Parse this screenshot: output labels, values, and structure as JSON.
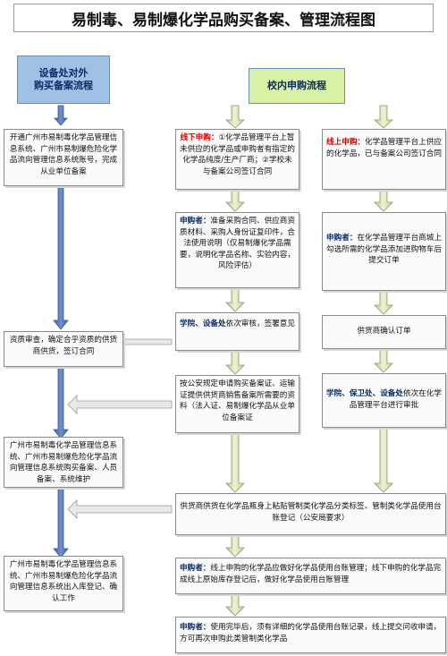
{
  "title": "易制毒、易制爆化学品购买备案、管理流程图",
  "headers": {
    "left": "设备处对外\n购买备案流程",
    "right": "校内申购流程"
  },
  "left_boxes": [
    "开通广州市易制毒化学品管理信息系统、广州市易制爆危险化学品流向管理信息系统账号，完成从业单位备案",
    "资质审查，确定合乎资质的供货商供货，签订合同",
    "广州市易制毒化学品管理信息系统、广州市易制爆危险化学品流向管理信息系统购买备案、人员备案、系统维护",
    "广州市易制毒化学品管理信息系统、广州市易制爆危险化学品流向管理信息系统出入库登记、确认工作"
  ],
  "offline": {
    "box1_prefix": "线下申购：",
    "box1_text": "①化学品管理平台上暂未供应的化学品或申购者有指定的化学品纯度/生产厂商；②学校未与备案公司签订合同",
    "box2_prefix": "申购者：",
    "box2_text": "准备采购合同、供应商资质材料、采购人身份证复印件，合法使用说明（仅易制爆化学品需要，说明化学品名称、实验内容，风险评估）",
    "box3_prefix": "学院、设备处",
    "box3_text": "依次审核，签署意见",
    "box4_text": "按公安规定申请购买备案证、运输证提供供货商销售备案所需要的资料（法人证、易制爆化学品从业单位备案证"
  },
  "online": {
    "box1_prefix": "线上申购：",
    "box1_text": "化学品管理平台上供应的化学品，已与备案公司签订合同",
    "box2_prefix": "申购者：",
    "box2_text": "在化学品管理平台商城上勾选所需的化学品添加进购物车后提交订单",
    "box3_text": "供货商确认订单",
    "box4_prefix": "学院、保卫处、设备处",
    "box4_text": "依次在化学品管理平台进行审批"
  },
  "shared": {
    "supplier_text": "供货商供货在化学品瓶身上粘贴管制类化学品分类标签、管制类化学品使用台账登记（公安局要求）",
    "user1_prefix": "申购者：",
    "user1_text": "线上申购的化学品应做好化学品使用台账管理；线下申购的化学品完成线上原始库存登记后，做好化学品使用台账管理",
    "user2_prefix": "申购者：",
    "user2_text": "使用完毕后，须有详细的化学品使用台账记录，线上提交问收申请，方可再次申购此类管制类化学品"
  }
}
